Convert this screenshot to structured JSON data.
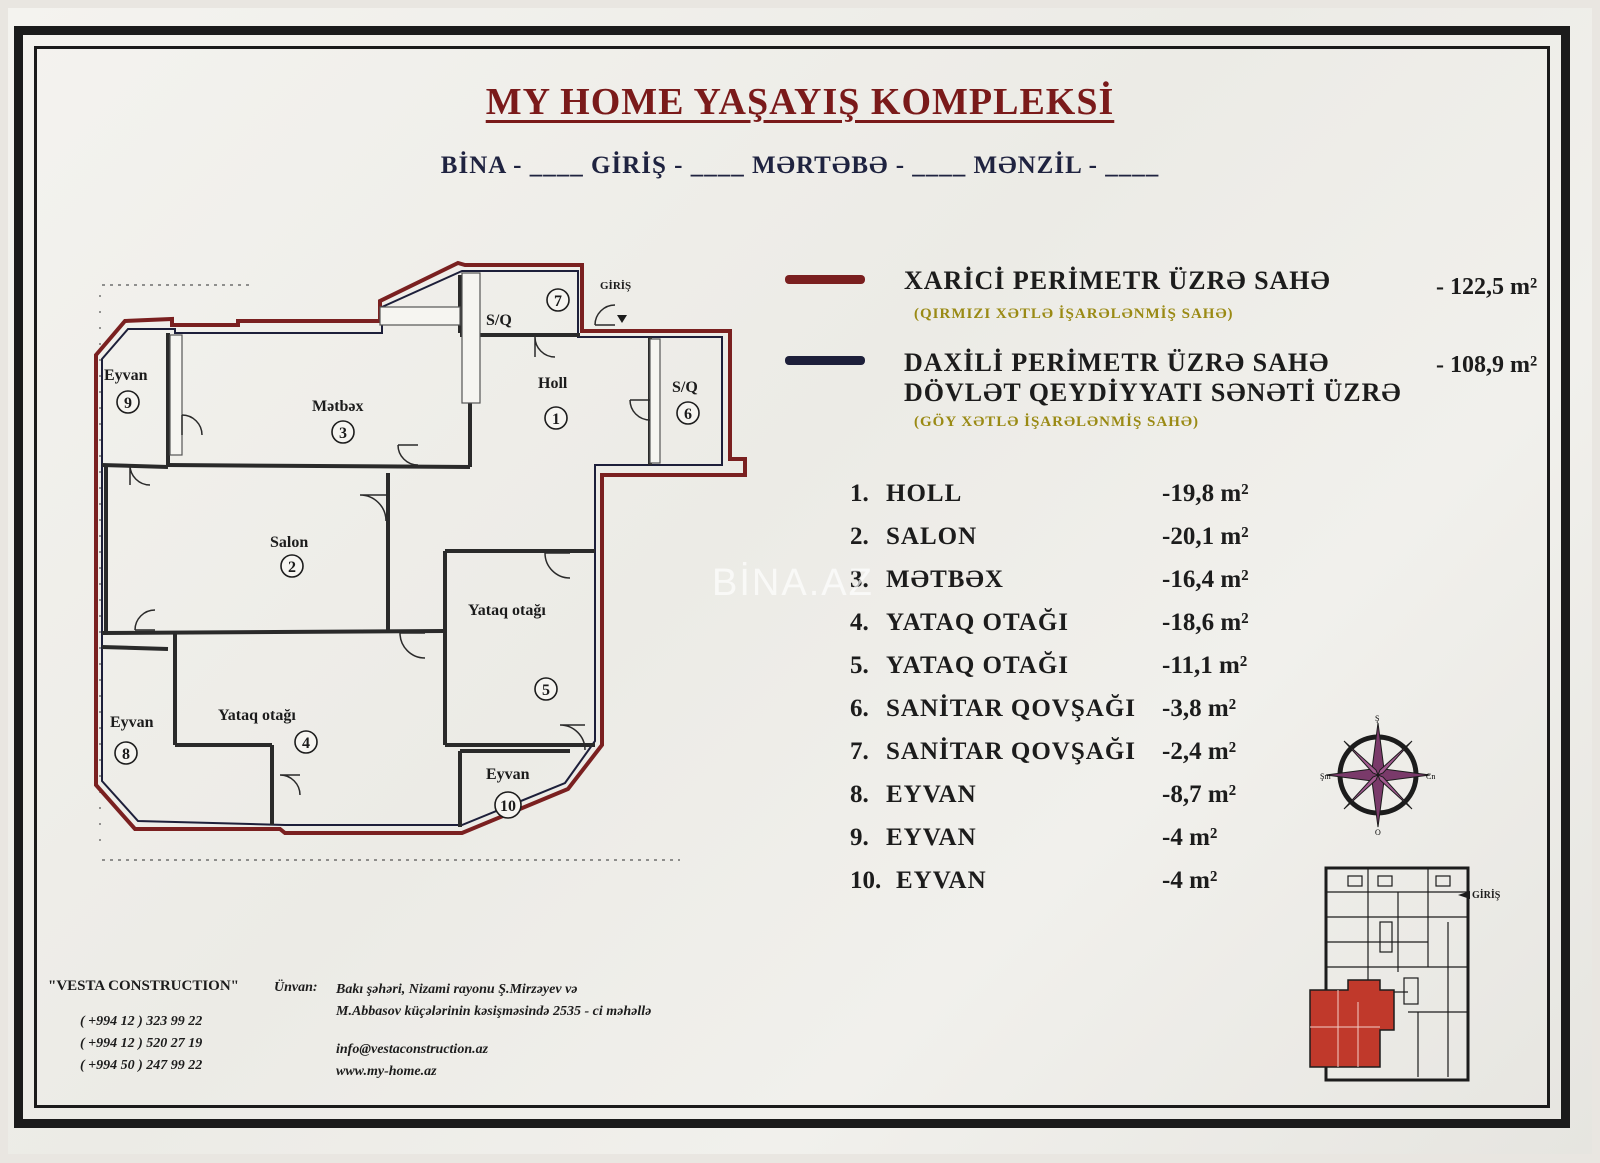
{
  "header": {
    "title": "MY HOME YAŞAYIŞ KOMPLEKSİ",
    "subtitle": "BİNA - ____ GİRİŞ - ____ MƏRTƏBƏ - ____ MƏNZİL - ____"
  },
  "legend": {
    "outer": {
      "title": "XARİCİ PERİMETR ÜZRƏ SAHƏ",
      "note": "(QIRMIZI XƏTLƏ İŞARƏLƏNMİŞ SAHƏ)",
      "value": "- 122,5 m²",
      "color": "#7a1f1f"
    },
    "inner": {
      "title_line1": "DAXİLİ PERİMETR ÜZRƏ SAHƏ",
      "title_line2": "DÖVLƏT QEYDİYYATI SƏNƏTİ ÜZRƏ",
      "note": "(GÖY XƏTLƏ İŞARƏLƏNMİŞ SAHƏ)",
      "value": "- 108,9 m²",
      "color": "#1d1f3a"
    }
  },
  "rooms": [
    {
      "num": "1.",
      "name": "HOLL",
      "area": "-19,8 m²"
    },
    {
      "num": "2.",
      "name": "SALON",
      "area": "-20,1 m²"
    },
    {
      "num": "3.",
      "name": "MƏTBƏX",
      "area": "-16,4 m²"
    },
    {
      "num": "4.",
      "name": "YATAQ OTAĞI",
      "area": "-18,6 m²"
    },
    {
      "num": "5.",
      "name": "YATAQ OTAĞI",
      "area": "-11,1 m²"
    },
    {
      "num": "6.",
      "name": "SANİTAR QOVŞAĞI",
      "area": "-3,8 m²"
    },
    {
      "num": "7.",
      "name": "SANİTAR QOVŞAĞI",
      "area": "-2,4 m²"
    },
    {
      "num": "8.",
      "name": "EYVAN",
      "area": "-8,7 m²"
    },
    {
      "num": "9.",
      "name": "EYVAN",
      "area": "-4 m²"
    },
    {
      "num": "10.",
      "name": "EYVAN",
      "area": "-4 m²"
    }
  ],
  "plan": {
    "labels": {
      "eyvan9": "Eyvan",
      "eyvan8": "Eyvan",
      "eyvan10": "Eyvan",
      "metbex": "Mətbəx",
      "holl": "Holl",
      "salon": "Salon",
      "yataq5": "Yataq otağı",
      "yataq4": "Yataq otağı",
      "sq6": "S/Q",
      "sq7": "S/Q",
      "giris": "GİRİŞ"
    },
    "nums": {
      "n1": "1",
      "n2": "2",
      "n3": "3",
      "n4": "4",
      "n5": "5",
      "n6": "6",
      "n7": "7",
      "n8": "8",
      "n9": "9",
      "n10": "10"
    }
  },
  "compass": {
    "west": "Şm",
    "east": "Cn",
    "north": "Ş",
    "south": "Q"
  },
  "minimap": {
    "entrance": "GİRİŞ",
    "highlight_color": "#c0392b"
  },
  "footer": {
    "company": "\"VESTA CONSTRUCTION\"",
    "address_label": "Ünvan:",
    "address_line1": "Bakı şəhəri, Nizami rayonu Ş.Mirzəyev və",
    "address_line2": "M.Abbasov küçələrinin kəsişməsində 2535 - ci məhəllə",
    "phones": [
      "( +994 12 ) 323 99 22",
      "( +994 12 ) 520 27 19",
      "( +994 50 ) 247 99 22"
    ],
    "email": "info@vestaconstruction.az",
    "web": "www.my-home.az"
  },
  "watermark": "BİNA.AZ"
}
